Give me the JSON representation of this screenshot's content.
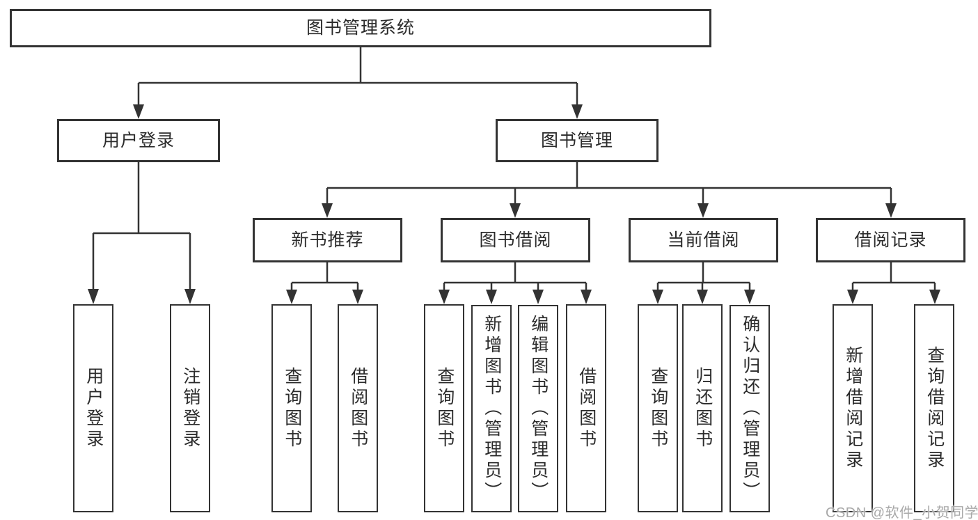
{
  "diagram": {
    "type": "tree",
    "title": "图书管理系统",
    "nodes": {
      "root": {
        "label": "图书管理系统"
      },
      "user_login": {
        "label": "用户登录"
      },
      "book_management": {
        "label": "图书管理"
      },
      "new_book_recommend": {
        "label": "新书推荐"
      },
      "book_borrowing": {
        "label": "图书借阅"
      },
      "current_borrowing": {
        "label": "当前借阅"
      },
      "borrowing_records": {
        "label": "借阅记录"
      },
      "ul_user_login": {
        "label": "用户登录"
      },
      "ul_logout": {
        "label": "注销登录"
      },
      "nr_query_books": {
        "label": "查询图书"
      },
      "nr_borrow_books": {
        "label": "借阅图书"
      },
      "bb_query_books": {
        "label": "查询图书"
      },
      "bb_add_books": {
        "label": "新增图书（管理员）"
      },
      "bb_edit_books": {
        "label": "编辑图书（管理员）"
      },
      "bb_borrow_books": {
        "label": "借阅图书"
      },
      "cb_query_books": {
        "label": "查询图书"
      },
      "cb_return_books": {
        "label": "归还图书"
      },
      "cb_confirm_return": {
        "label": "确认归还（管理员）"
      },
      "br_add_record": {
        "label": "新增借阅记录"
      },
      "br_query_record": {
        "label": "查询借阅记录"
      }
    },
    "edges": [
      [
        "图书管理系统",
        "用户登录"
      ],
      [
        "图书管理系统",
        "图书管理"
      ],
      [
        "用户登录",
        "用户登录"
      ],
      [
        "用户登录",
        "注销登录"
      ],
      [
        "图书管理",
        "新书推荐"
      ],
      [
        "图书管理",
        "图书借阅"
      ],
      [
        "图书管理",
        "当前借阅"
      ],
      [
        "图书管理",
        "借阅记录"
      ],
      [
        "新书推荐",
        "查询图书"
      ],
      [
        "新书推荐",
        "借阅图书"
      ],
      [
        "图书借阅",
        "查询图书"
      ],
      [
        "图书借阅",
        "新增图书（管理员）"
      ],
      [
        "图书借阅",
        "编辑图书（管理员）"
      ],
      [
        "图书借阅",
        "借阅图书"
      ],
      [
        "当前借阅",
        "查询图书"
      ],
      [
        "当前借阅",
        "归还图书"
      ],
      [
        "当前借阅",
        "确认归还（管理员）"
      ],
      [
        "借阅记录",
        "新增借阅记录"
      ],
      [
        "借阅记录",
        "查询借阅记录"
      ]
    ]
  },
  "watermark": {
    "text": "CSDN @软件_小贺同学"
  },
  "colors": {
    "line": "#333333",
    "text": "#2b2b2b",
    "box_bg": "#ffffff",
    "background": "#ffffff",
    "watermark": "#a8a8a8"
  }
}
